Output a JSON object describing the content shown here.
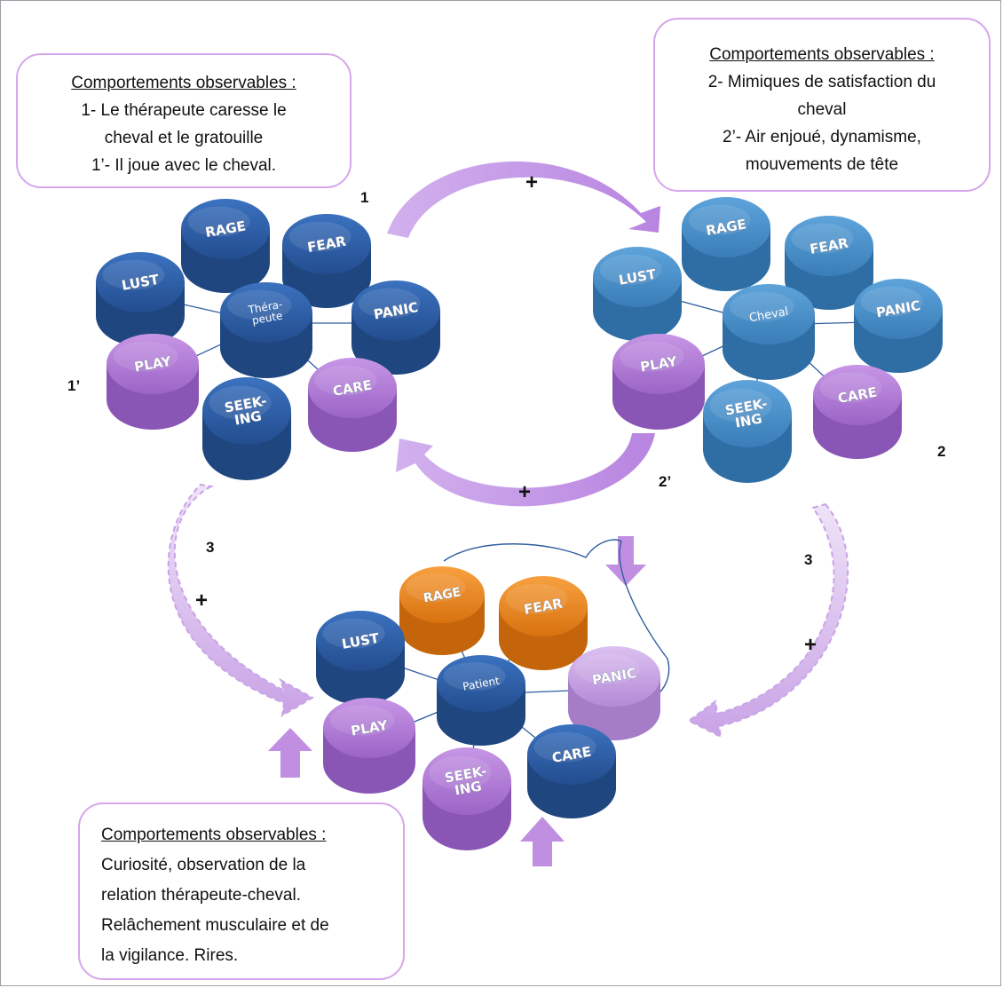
{
  "box_therapist": {
    "title": "Comportements observables :",
    "lines": [
      "1- Le thérapeute caresse le",
      "cheval et le gratouille",
      "1’- Il joue avec le cheval."
    ]
  },
  "box_horse": {
    "title": "Comportements observables :",
    "lines": [
      "2- Mimiques de satisfaction du",
      "cheval",
      "2’- Air enjoué, dynamisme,",
      "mouvements de tête"
    ]
  },
  "box_patient": {
    "title": "Comportements observables :",
    "lines": [
      "Curiosité, observation de la",
      "relation thérapeute-cheval.",
      "Relâchement musculaire et de",
      "la vigilance. Rires."
    ]
  },
  "clusters": {
    "therapist": {
      "hub": [
        "Théra-",
        "peute"
      ],
      "nodes": {
        "lust": [
          "LUST"
        ],
        "rage": [
          "RAGE"
        ],
        "fear": [
          "FEAR"
        ],
        "panic": [
          "PANIC"
        ],
        "care": [
          "CARE"
        ],
        "seeking": [
          "SEEK-",
          "ING"
        ],
        "play": [
          "PLAY"
        ]
      }
    },
    "horse": {
      "hub": [
        "Cheval"
      ],
      "nodes": {
        "lust": [
          "LUST"
        ],
        "rage": [
          "RAGE"
        ],
        "fear": [
          "FEAR"
        ],
        "panic": [
          "PANIC"
        ],
        "care": [
          "CARE"
        ],
        "seeking": [
          "SEEK-",
          "ING"
        ],
        "play": [
          "PLAY"
        ]
      }
    },
    "patient": {
      "hub": [
        "Patient"
      ],
      "nodes": {
        "lust": [
          "LUST"
        ],
        "rage": [
          "RAGE"
        ],
        "fear": [
          "FEAR"
        ],
        "panic": [
          "PANIC"
        ],
        "care": [
          "CARE"
        ],
        "seeking": [
          "SEEK-",
          "ING"
        ],
        "play": [
          "PLAY"
        ]
      }
    }
  },
  "labels": {
    "n1": "1",
    "n1p": "1’",
    "n2": "2",
    "n2p": "2’",
    "n3_left": "3",
    "n3_right": "3",
    "plus_top": "+",
    "plus_mid": "+",
    "plus_left": "+",
    "plus_right": "+"
  },
  "colors": {
    "dark_blue": "#2e5fa6",
    "light_blue": "#4a90c9",
    "purple": "#b47fd8",
    "light_purple": "#c9a3e6",
    "orange": "#f0891c",
    "arrow": "#c49ae6",
    "callout_border": "#d6a6ec"
  }
}
